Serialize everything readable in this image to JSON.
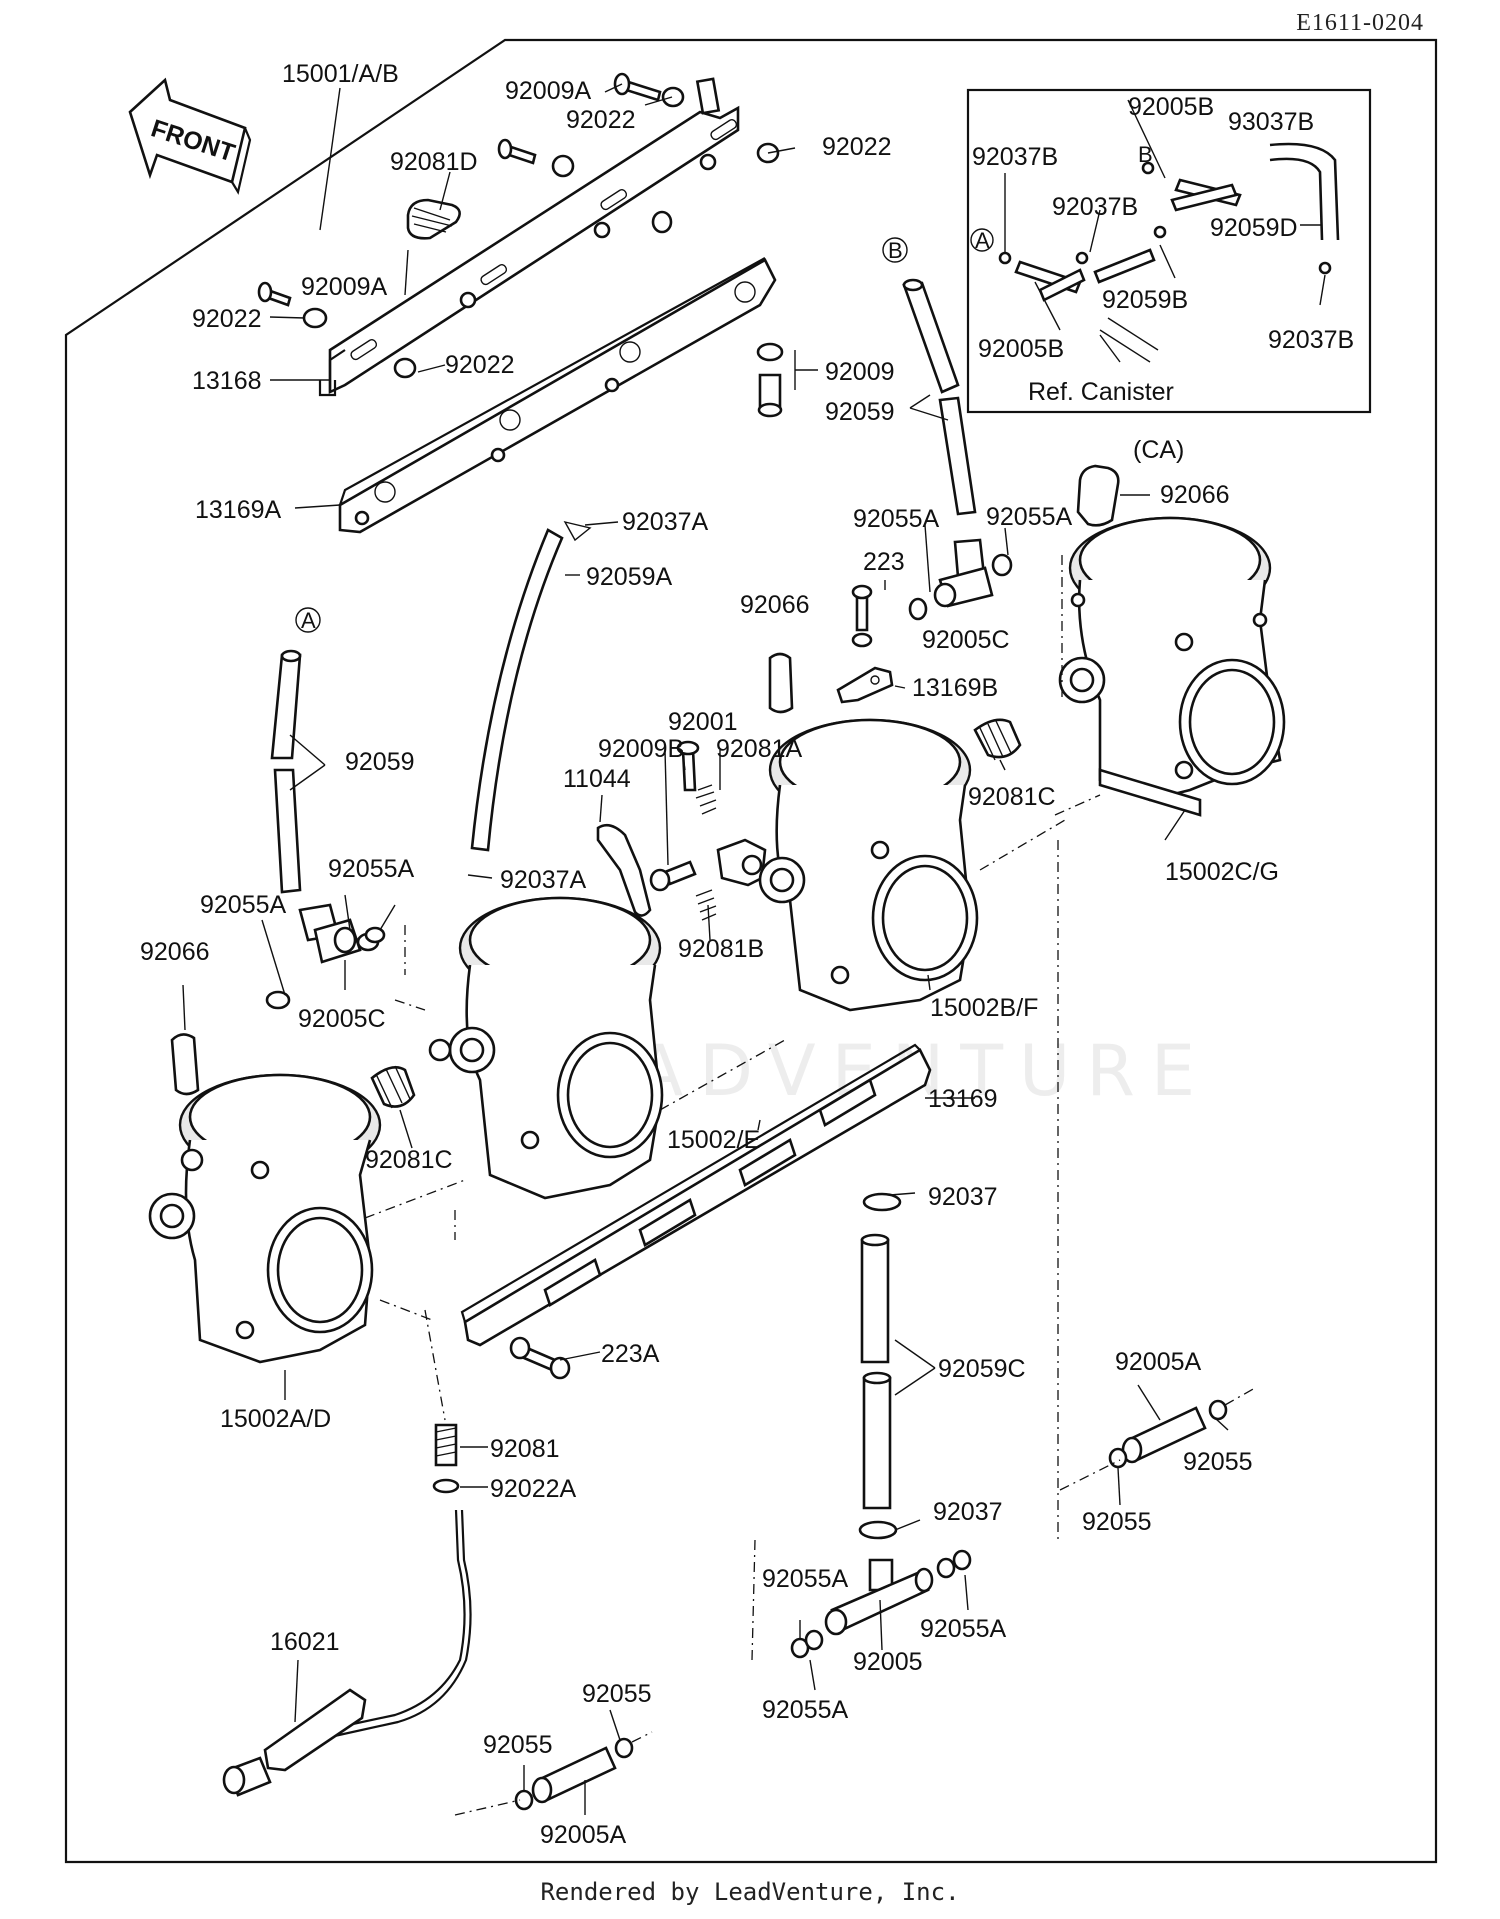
{
  "document": {
    "code": "E1611-0204",
    "footer": "Rendered by LeadVenture, Inc.",
    "watermark": "LEADVENTURE"
  },
  "front_arrow": {
    "label": "FRONT"
  },
  "inset": {
    "caption": "(CA)",
    "labels": {
      "a": "92005B",
      "b": "93037B",
      "c": "92037B",
      "d": "92037B",
      "e": "92059D",
      "f": "92059B",
      "g": "92005B",
      "h": "92037B",
      "ref": "Ref. Canister",
      "marker_a": "A",
      "marker_b": "B"
    }
  },
  "markers": {
    "a": "A",
    "b": "B"
  },
  "labels": {
    "p15001": "15001/A/B",
    "p92009a_top": "92009A",
    "p92022_top": "92022",
    "p92022_right": "92022",
    "p92081d": "92081D",
    "p92009a_left": "92009A",
    "p92022_left": "92022",
    "p92022_mid": "92022",
    "p13168": "13168",
    "p92009": "92009",
    "p92059_top": "92059",
    "p13169a": "13169A",
    "p92037a_top": "92037A",
    "p92059a": "92059A",
    "p92055a_t1": "92055A",
    "p92055a_t2": "92055A",
    "p92066_right": "92066",
    "p223": "223",
    "p92005c_top": "92005C",
    "p92066_mid": "92066",
    "p13169b": "13169B",
    "p92001": "92001",
    "p92009b": "92009B",
    "p92081a": "92081A",
    "p11044": "11044",
    "p92081c_right": "92081C",
    "p15002cg": "15002C/G",
    "p92059_left": "92059",
    "p92055a_l1": "92055A",
    "p92055a_l2": "92055A",
    "p92037a_mid": "92037A",
    "p92081b": "92081B",
    "p92066_left": "92066",
    "p92005c_left": "92005C",
    "p15002bf": "15002B/F",
    "p13169": "13169",
    "p92081c_left": "92081C",
    "p15002e": "15002/E",
    "p92037_upper": "92037",
    "p223a": "223A",
    "p15002ad": "15002A/D",
    "p92059c": "92059C",
    "p92005a_right": "92005A",
    "p92055_r1": "92055",
    "p92055_r2": "92055",
    "p92081": "92081",
    "p92022a": "92022A",
    "p92037_lower": "92037",
    "p92055a_b1": "92055A",
    "p92055a_b2": "92055A",
    "p92005": "92005",
    "p92055a_b3": "92055A",
    "p16021": "16021",
    "p92055_b1": "92055",
    "p92055_b2": "92055",
    "p92005a_bottom": "92005A"
  }
}
